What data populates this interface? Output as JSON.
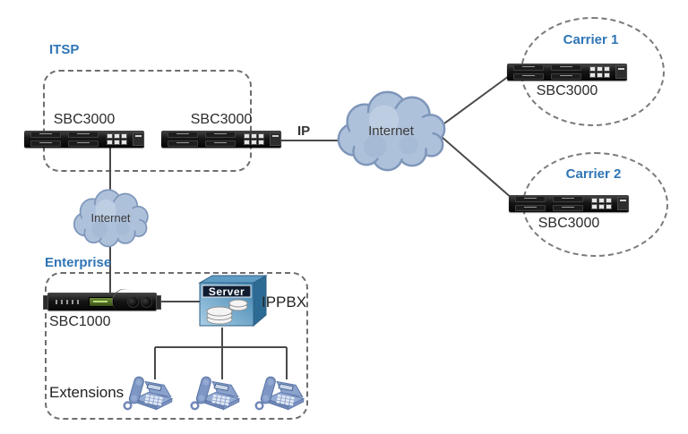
{
  "groups": {
    "itsp": {
      "label": "ITSP"
    },
    "enterprise": {
      "label": "Enterprise"
    },
    "carrier1": {
      "label": "Carrier 1"
    },
    "carrier2": {
      "label": "Carrier 2"
    }
  },
  "devices": {
    "itsp_left": {
      "label": "SBC3000"
    },
    "itsp_right": {
      "label": "SBC3000"
    },
    "carrier1": {
      "label": "SBC3000"
    },
    "carrier2": {
      "label": "SBC3000"
    },
    "enterprise": {
      "label": "SBC1000"
    }
  },
  "clouds": {
    "wan": {
      "label": "Internet"
    },
    "access": {
      "label": "Internet"
    }
  },
  "annotations": {
    "ip": "IP",
    "server": "Server",
    "ippbx": "IPPBX",
    "extensions": "Extensions"
  },
  "colors": {
    "label_blue": "#2E75B6",
    "cloud_fill": "#AEC1DA",
    "cloud_stroke": "#7E96BA",
    "wire": "#4A4A4A",
    "dashed_border": "#6E6E6E"
  }
}
